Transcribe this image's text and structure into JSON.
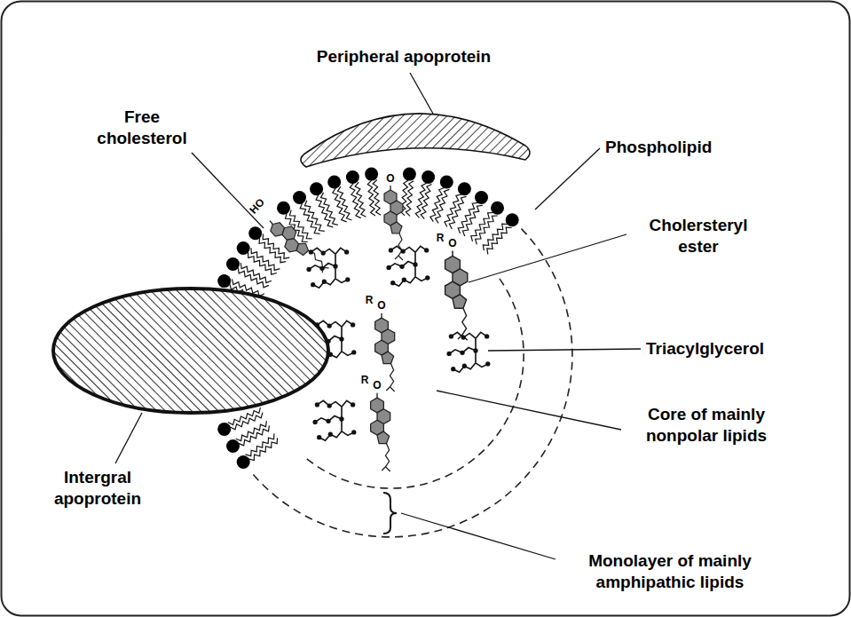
{
  "diagram": {
    "labels": [
      "Peripheral apoprotein",
      "Free cholesterol",
      "HO",
      "O",
      "Phospholipid",
      "O",
      "R",
      "Cholersteryl ester",
      "O",
      "R",
      "Triacylglycerol",
      "O",
      "R",
      "Core of mainly nonpolar lipids",
      "Intergral apoprotein",
      "Monolayer of mainly amphipathic lipids"
    ]
  }
}
